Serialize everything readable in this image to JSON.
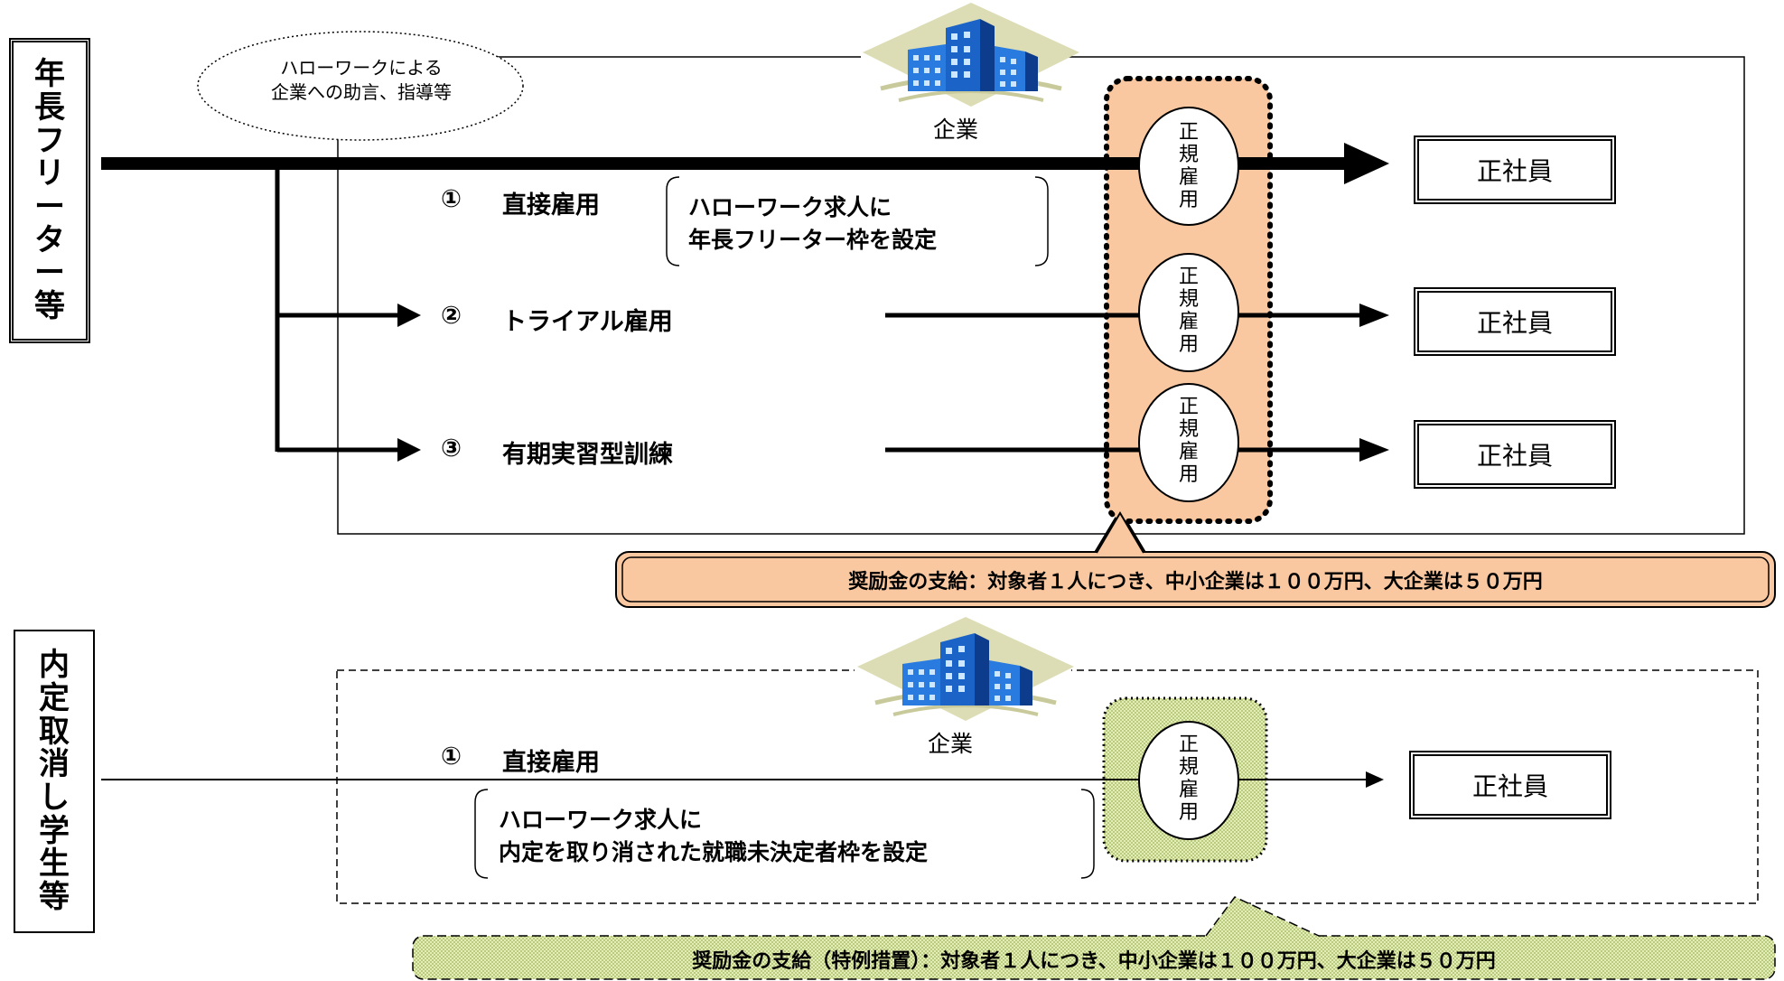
{
  "sections": {
    "top": {
      "label_chars": [
        "年",
        "長",
        "フ",
        "リ",
        "ー",
        "タ",
        "ー",
        "等"
      ],
      "hellowork_bubble": {
        "line1": "ハローワークによる",
        "line2": "企業への助言、指導等"
      },
      "company_label": "企業",
      "steps": [
        {
          "num": "①",
          "label": "直接雇用"
        },
        {
          "num": "②",
          "label": "トライアル雇用"
        },
        {
          "num": "③",
          "label": "有期実習型訓練"
        }
      ],
      "note": {
        "line1": "ハローワーク求人に",
        "line2": "年長フリーター枠を設定"
      },
      "seiki_chars": [
        "正",
        "規",
        "雇",
        "用"
      ],
      "result": "正社員",
      "callout": "奨励金の支給：対象者１人につき、中小企業は１００万円、大企業は５０万円"
    },
    "bottom": {
      "label_chars": [
        "内",
        "定",
        "取",
        "消",
        "し",
        "学",
        "生",
        "等"
      ],
      "company_label": "企業",
      "step": {
        "num": "①",
        "label": "直接雇用"
      },
      "note": {
        "line1": "ハローワーク求人に",
        "line2": "内定を取り消された就職未決定者枠を設定"
      },
      "seiki_chars": [
        "正",
        "規",
        "雇",
        "用"
      ],
      "result": "正社員",
      "callout": "奨励金の支給（特例措置）：対象者１人につき、中小企業は１００万円、大企業は５０万円"
    }
  },
  "colors": {
    "orange_fill": "#FAC8A0",
    "green_fill": "#D8E6A4",
    "building_blue": "#1E6FD9",
    "building_roof": "#DDE0B8"
  },
  "icons": {
    "company": "office-building-icon",
    "arrow": "arrow-right-icon"
  }
}
